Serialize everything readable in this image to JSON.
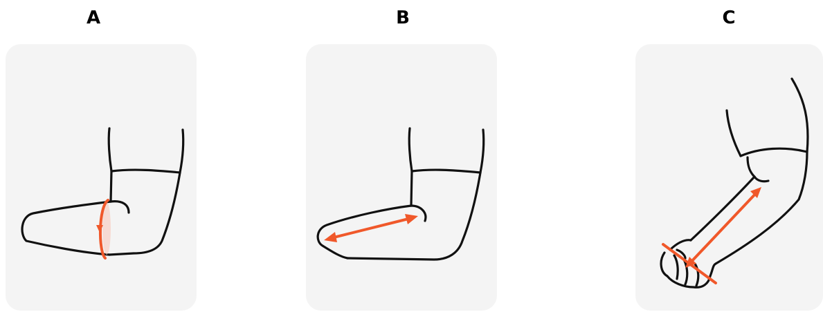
{
  "panels": [
    {
      "label": "A",
      "measurement": "arm-circumference",
      "icon": "arm-circumference-icon"
    },
    {
      "label": "B",
      "measurement": "forearm-length",
      "icon": "forearm-length-icon"
    },
    {
      "label": "C",
      "measurement": "forearm-length-to-wrist",
      "icon": "arm-to-wrist-length-icon"
    }
  ],
  "colors": {
    "card_background": "#f4f4f4",
    "outline": "#111111",
    "measure_accent": "#f0582a",
    "measure_accent_light": "#f7c8bb"
  }
}
